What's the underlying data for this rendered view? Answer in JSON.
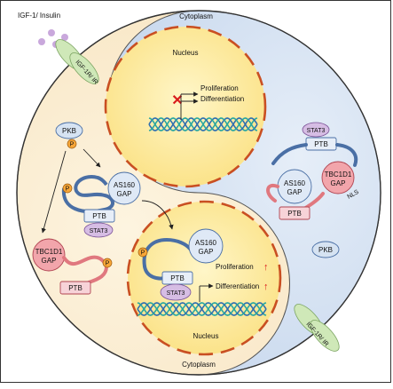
{
  "title": "",
  "ligand": "IGF-1/ Insulin",
  "receptor_top": "IGF-1R/ IR",
  "receptor_bottom": "IGF-1R/ IR",
  "compartments": {
    "cytoplasm_top": "Cytoplasm",
    "cytoplasm_bottom": "Cytoplasm",
    "nucleus_top": "Nucleus",
    "nucleus_bottom": "Nucleus"
  },
  "proteins": {
    "pkb": "PKB",
    "pkb_right": "PKB",
    "phospho": "P",
    "as160_gap_line1": "AS160",
    "as160_gap_line2": "GAP",
    "tbc1d1_line1": "TBC1D1",
    "tbc1d1_line2": "GAP",
    "ptb": "PTB",
    "stat3": "STAT3",
    "nls": "NLS"
  },
  "outcomes_top": {
    "proliferation": "Proliferation",
    "differentiation": "Differentiation",
    "blocked_symbol": "✕"
  },
  "outcomes_bottom": {
    "proliferation": "Proliferation",
    "differentiation": "Differentiation",
    "up_symbol": "↑"
  },
  "colors": {
    "cell_left": "#fdf1d9",
    "cell_right": "#d6e3f2",
    "nucleus_fill": "#fdeba0",
    "nucleus_dash": "#c94f22",
    "as160_fill": "#dfe9f6",
    "tbc1d1_fill": "#f2a5ab",
    "ptb_fill": "#f7d3d8",
    "stat3_fill": "#d6bde4",
    "phospho_fill": "#f7a638",
    "receptor_fill": "#cfe8b8",
    "ligand_dot": "#c9a8dc",
    "block_red": "#d91c1c",
    "dna_blue": "#2f6fb0",
    "dna_teal": "#29a6a0"
  }
}
